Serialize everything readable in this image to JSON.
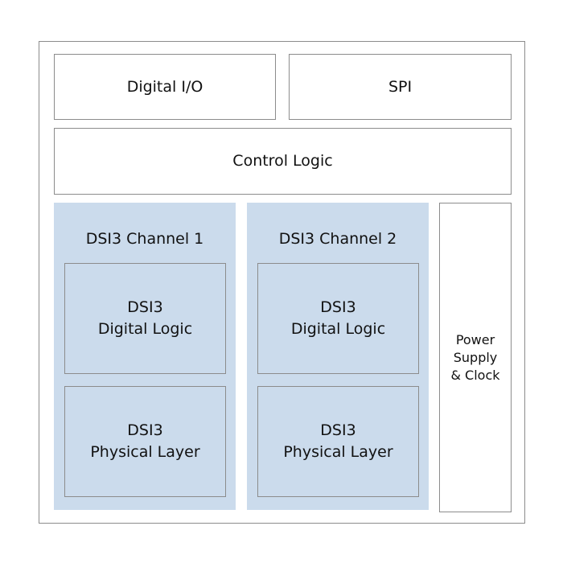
{
  "diagram": {
    "top_blocks": [
      {
        "label": "Digital I/O"
      },
      {
        "label": "SPI"
      }
    ],
    "control": {
      "label": "Control Logic"
    },
    "channels": [
      {
        "title": "DSI3 Channel 1",
        "blocks": [
          {
            "label": "DSI3\nDigital Logic"
          },
          {
            "label": "DSI3\nPhysical Layer"
          }
        ]
      },
      {
        "title": "DSI3 Channel 2",
        "blocks": [
          {
            "label": "DSI3\nDigital Logic"
          },
          {
            "label": "DSI3\nPhysical Layer"
          }
        ]
      }
    ],
    "power": {
      "label": "Power\nSupply\n& Clock"
    },
    "colors": {
      "channel_fill": "#cbdbec",
      "border": "#8c8c8c"
    }
  }
}
